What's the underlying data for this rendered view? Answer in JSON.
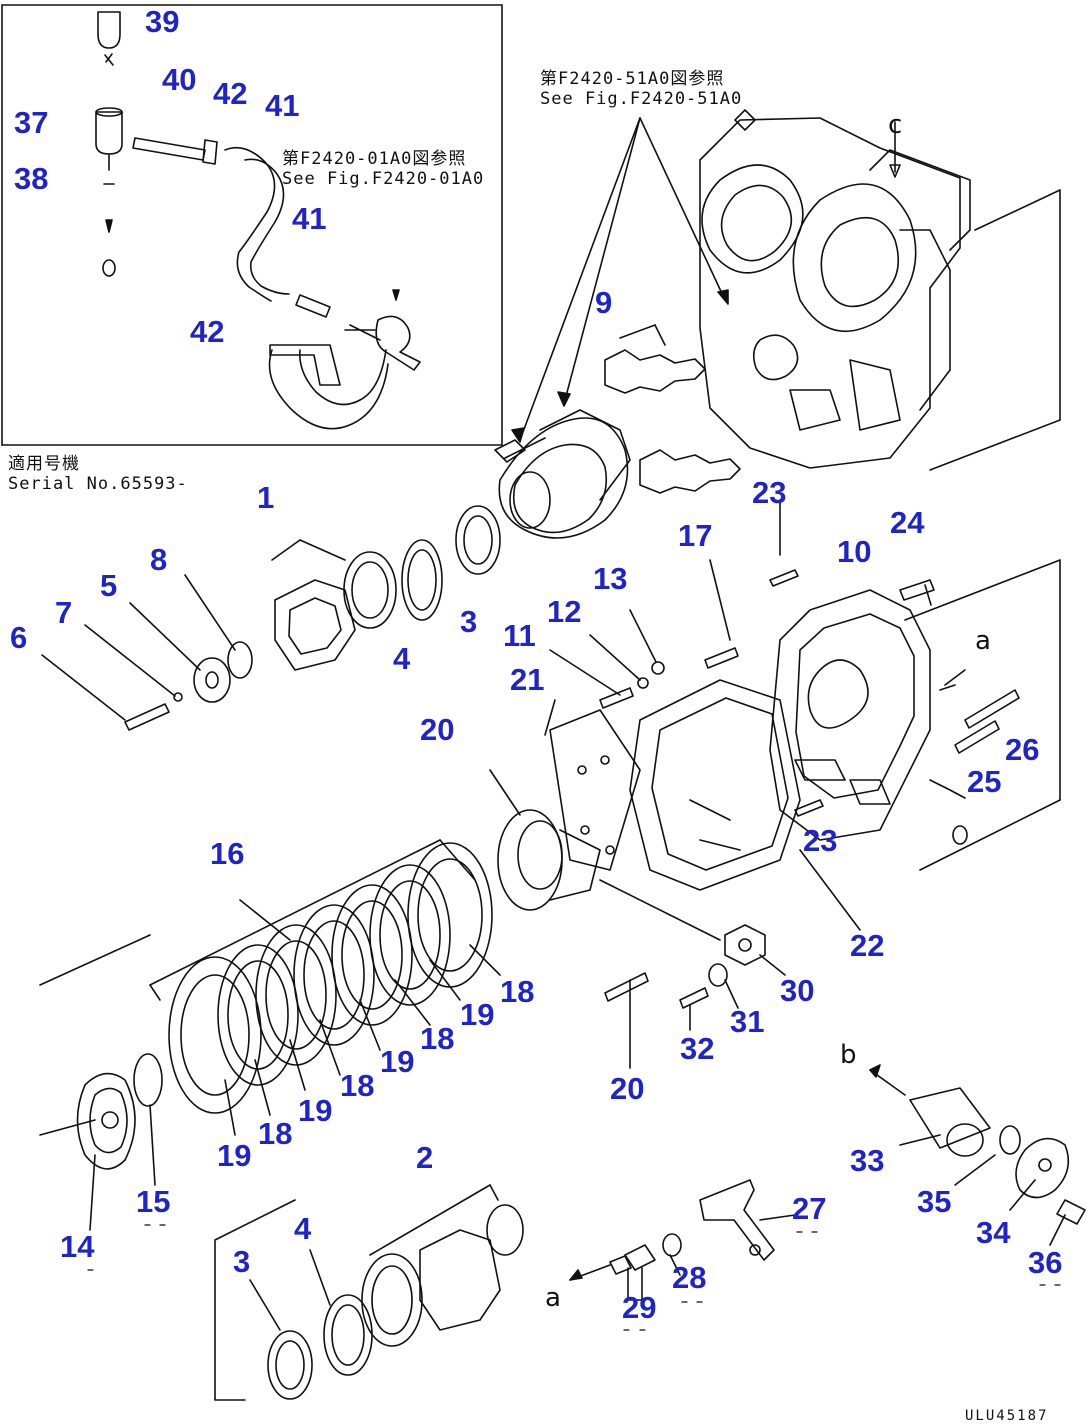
{
  "figure_code": "ULU45187",
  "notes": {
    "see_fig_a_jp": "第F2420-51A0図参照",
    "see_fig_a_en": "See Fig.F2420-51A0",
    "see_fig_b_jp": "第F2420-01A0図参照",
    "see_fig_b_en": "See Fig.F2420-01A0",
    "serial_jp": "適用号機",
    "serial_en": "Serial No.65593-"
  },
  "letters": {
    "a": "a",
    "b": "b",
    "c": "c"
  },
  "callouts": {
    "n1": "1",
    "n2": "2",
    "n3a": "3",
    "n3b": "3",
    "n4a": "4",
    "n4b": "4",
    "n5": "5",
    "n6": "6",
    "n7": "7",
    "n8": "8",
    "n9": "9",
    "n10": "10",
    "n11": "11",
    "n12": "12",
    "n13": "13",
    "n14": "14",
    "n15": "15",
    "n16": "16",
    "n17": "17",
    "n18a": "18",
    "n18b": "18",
    "n18c": "18",
    "n18d": "18",
    "n19a": "19",
    "n19b": "19",
    "n19c": "19",
    "n19d": "19",
    "n20a": "20",
    "n20b": "20",
    "n21": "21",
    "n22": "22",
    "n23a": "23",
    "n23b": "23",
    "n24": "24",
    "n25": "25",
    "n26": "26",
    "n27": "27",
    "n28": "28",
    "n29": "29",
    "n30": "30",
    "n31": "31",
    "n32": "32",
    "n33": "33",
    "n34": "34",
    "n35": "35",
    "n36": "36",
    "n37": "37",
    "n38": "38",
    "n39": "39",
    "n40": "40",
    "n41a": "41",
    "n41b": "41",
    "n42a": "42",
    "n42b": "42"
  }
}
